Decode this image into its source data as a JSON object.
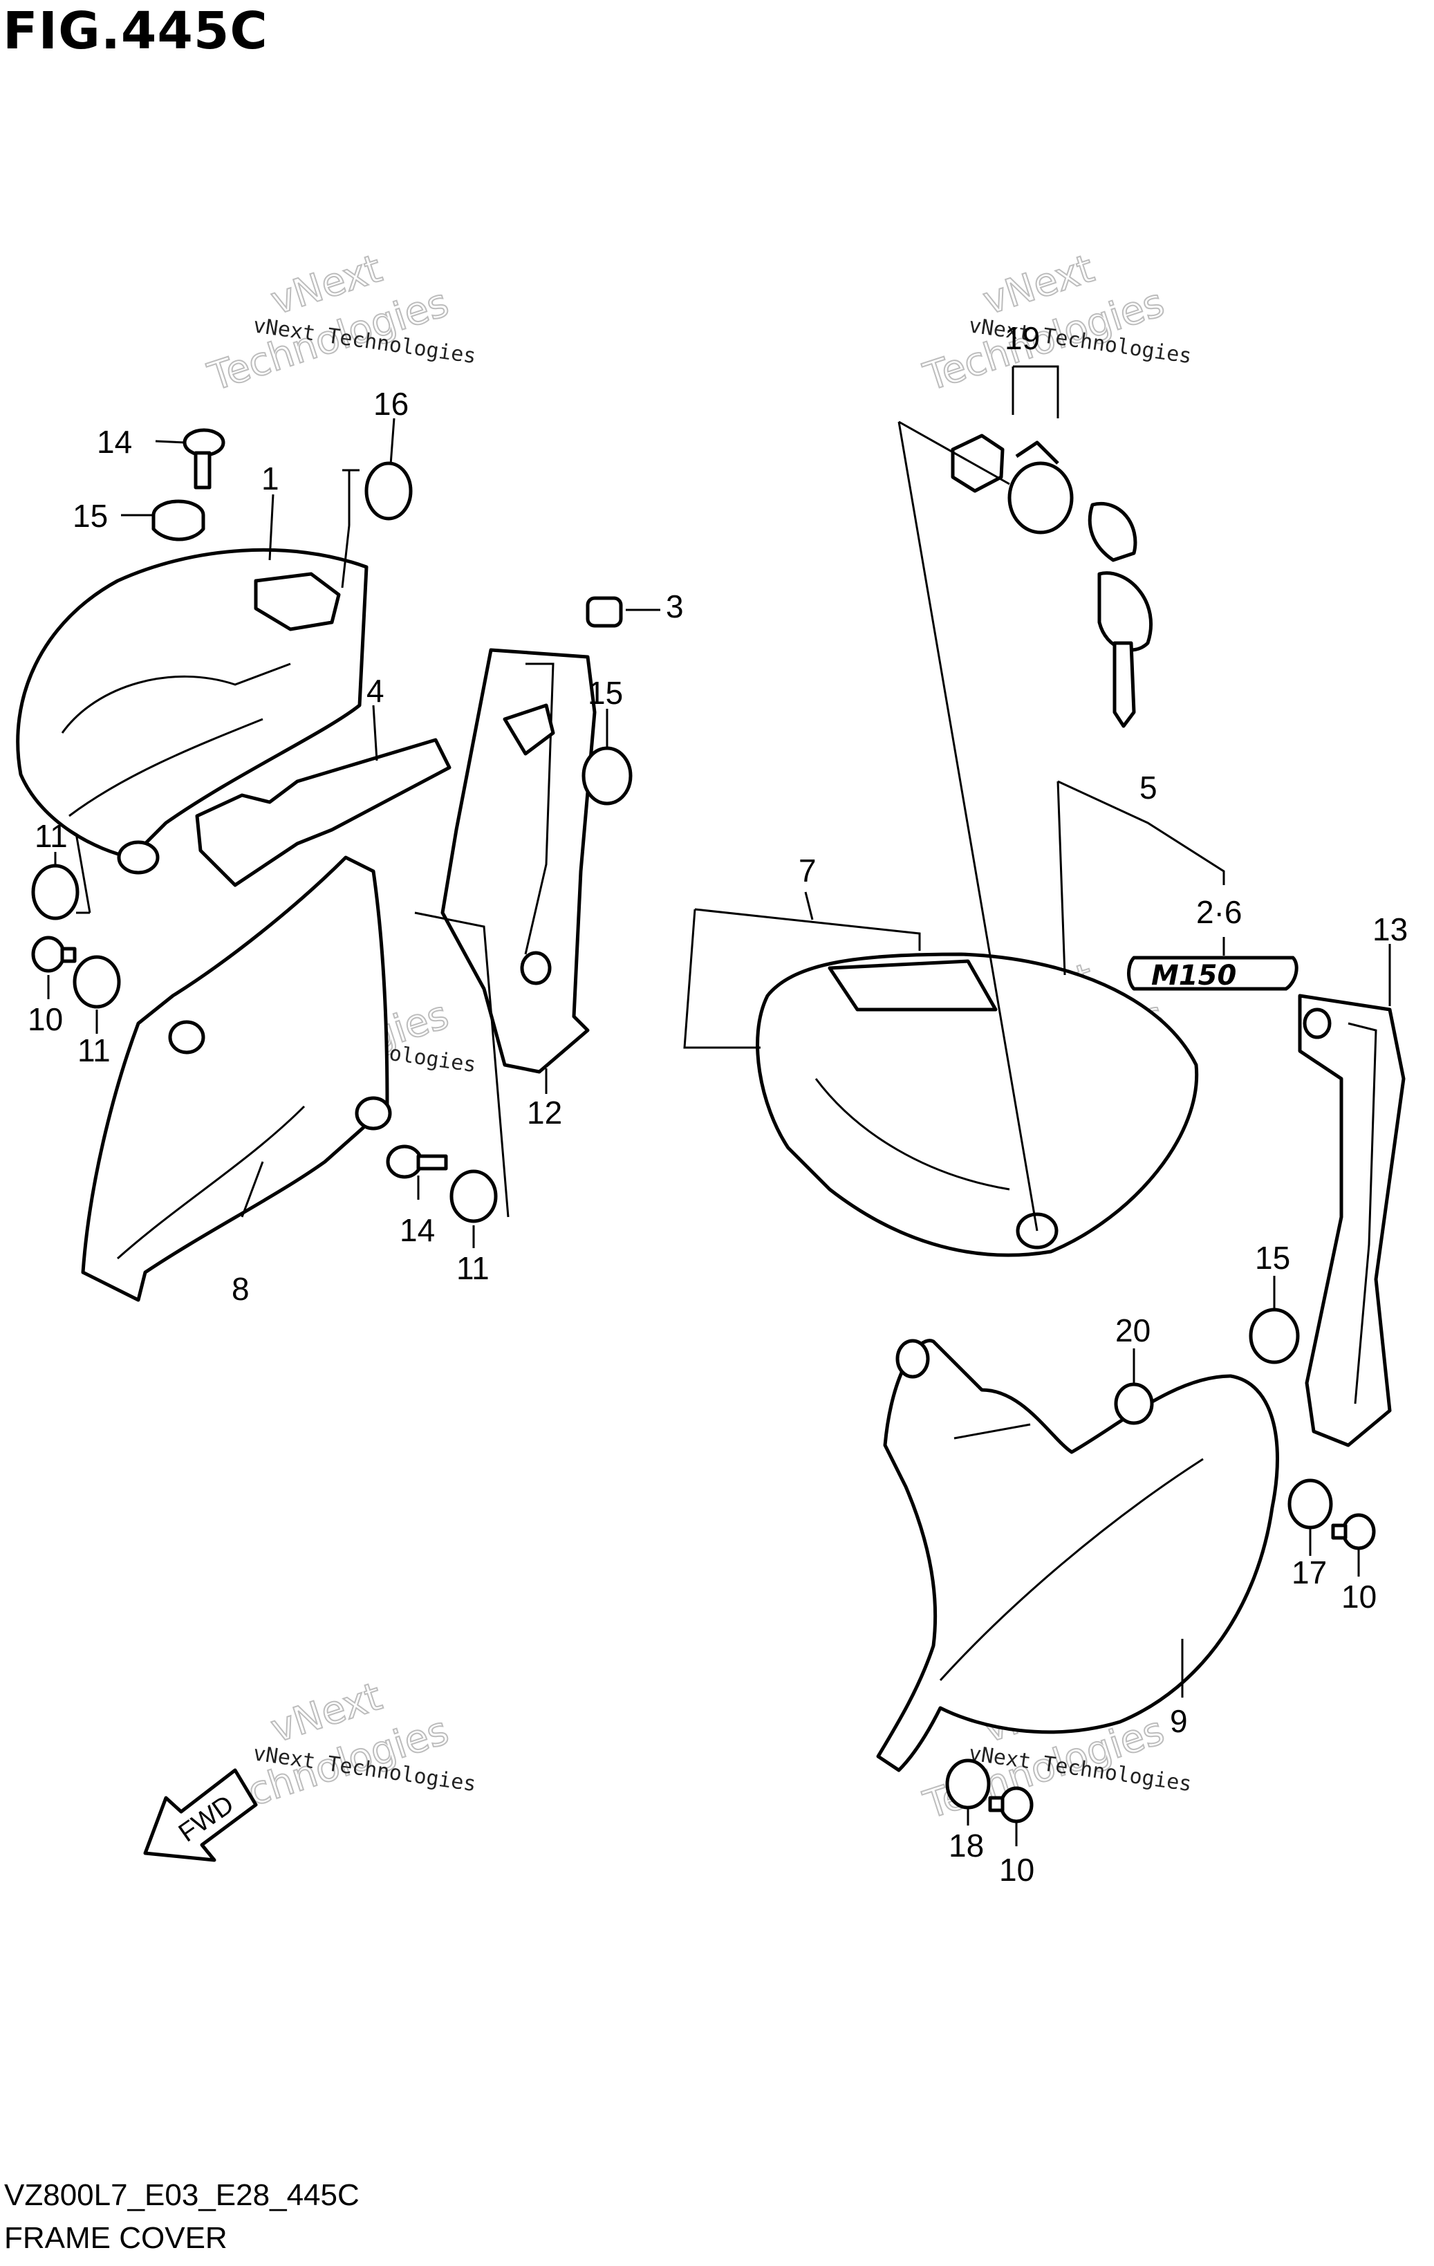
{
  "figure": {
    "title": "FIG.445C",
    "code": "VZ800L7_E03_E28_445C",
    "name": "FRAME COVER"
  },
  "callouts": {
    "c1": "1",
    "c2_6": "2·6",
    "c3": "3",
    "c4": "4",
    "c5": "5",
    "c7": "7",
    "c8": "8",
    "c9": "9",
    "c10a": "10",
    "c10b": "10",
    "c10c": "10",
    "c11a": "11",
    "c11b": "11",
    "c11c": "11",
    "c12": "12",
    "c13": "13",
    "c14a": "14",
    "c14b": "14",
    "c15a": "15",
    "c15b": "15",
    "c15c": "15",
    "c16": "16",
    "c17": "17",
    "c18": "18",
    "c19": "19",
    "c20": "20"
  },
  "emblem": "M150",
  "fwd_label": "FWD",
  "watermark": {
    "line1": "vNext Technologies",
    "brand_top": "vNext",
    "brand_bottom": "Technologies"
  }
}
